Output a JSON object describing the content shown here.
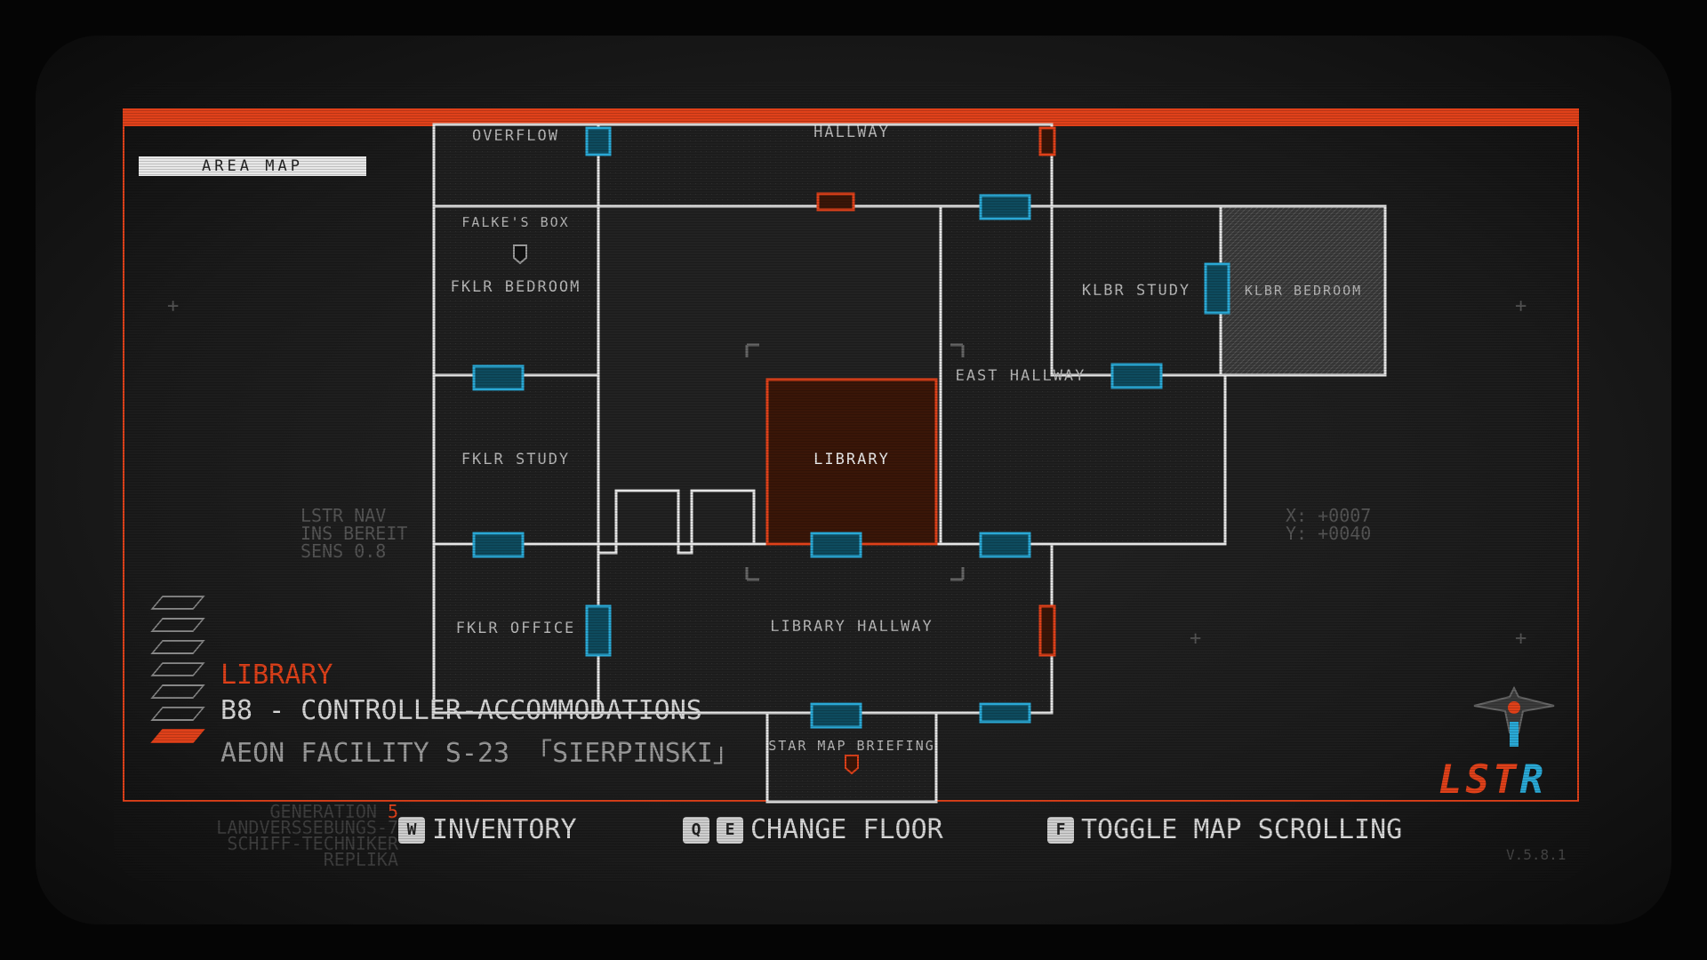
{
  "header": {
    "title": "AREA MAP"
  },
  "map": {
    "rooms": [
      {
        "id": "overflow",
        "label": "OVERFLOW"
      },
      {
        "id": "hallway-top",
        "label": "HALLWAY"
      },
      {
        "id": "falkes-box",
        "label": "FALKE'S BOX"
      },
      {
        "id": "fklr-bedroom",
        "label": "FKLR BEDROOM"
      },
      {
        "id": "fklr-study",
        "label": "FKLR STUDY"
      },
      {
        "id": "fklr-office",
        "label": "FKLR OFFICE"
      },
      {
        "id": "library",
        "label": "LIBRARY"
      },
      {
        "id": "library-hallway",
        "label": "LIBRARY HALLWAY"
      },
      {
        "id": "east-hallway",
        "label": "EAST HALLWAY"
      },
      {
        "id": "klbr-study",
        "label": "KLBR STUDY"
      },
      {
        "id": "klbr-bedroom",
        "label": "KLBR BEDROOM"
      },
      {
        "id": "star-map-briefing",
        "label": "STAR MAP BRIEFING"
      }
    ],
    "nav_info": [
      "LSTR NAV",
      "INS BEREIT",
      "SENS 0.8"
    ],
    "coords": {
      "x": "X: +0007",
      "y": "Y: +0040"
    }
  },
  "location": {
    "current": "LIBRARY",
    "floor": "B8 - CONTROLLER-ACCOMMODATIONS",
    "facility": "AEON FACILITY S-23 「SIERPINSKI」"
  },
  "footer": {
    "generation_label": "GENERATION",
    "generation_num": "5",
    "lines": [
      "LANDVERSSEBUNGS-7",
      "SCHIFF-TECHNIKER",
      "REPLIKA"
    ],
    "controls": [
      {
        "keys": [
          "W"
        ],
        "label": "INVENTORY"
      },
      {
        "keys": [
          "Q",
          "E"
        ],
        "label": "CHANGE FLOOR"
      },
      {
        "keys": [
          "F"
        ],
        "label": "TOGGLE MAP SCROLLING"
      }
    ],
    "version": "V.5.8.1"
  },
  "logo": {
    "text": "LST",
    "accent": "R"
  },
  "colors": {
    "accent": "#e0411a",
    "door": "#2aa9d6",
    "wall": "#e6e6e6"
  }
}
